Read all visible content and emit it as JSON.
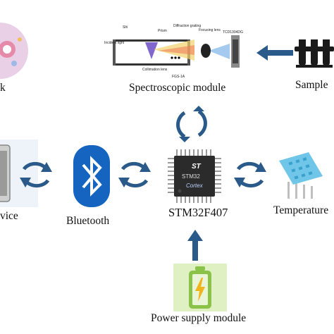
{
  "modules": {
    "spectroscopic": {
      "label": "Spectroscopic module"
    },
    "sample": {
      "label": "Sample"
    },
    "left_top": {
      "label": "k"
    },
    "device": {
      "label": "vice"
    },
    "bluetooth": {
      "label": "Bluetooth"
    },
    "mcu": {
      "label": "STM32F407"
    },
    "temperature": {
      "label": "Temperature"
    },
    "power": {
      "label": "Power supply module"
    }
  },
  "spectrometer_labels": {
    "slit": "Slit",
    "incident_light": "Incident light",
    "prism": "Prism",
    "diffraction_grating": "Diffraction grating",
    "focusing_lens": "Focusing lens",
    "tcd": "TCD1304DG",
    "collimation_lens": "Collimation lens",
    "fgs": "FGS-1A"
  },
  "chip_text": {
    "brand": "ST",
    "line1": "STM32",
    "line2": "Cortex"
  },
  "colors": {
    "arrow": "#2a5a8a",
    "bluetooth": "#1565c0",
    "sensor": "#6fc6e8",
    "battery": "#8bc34a"
  }
}
